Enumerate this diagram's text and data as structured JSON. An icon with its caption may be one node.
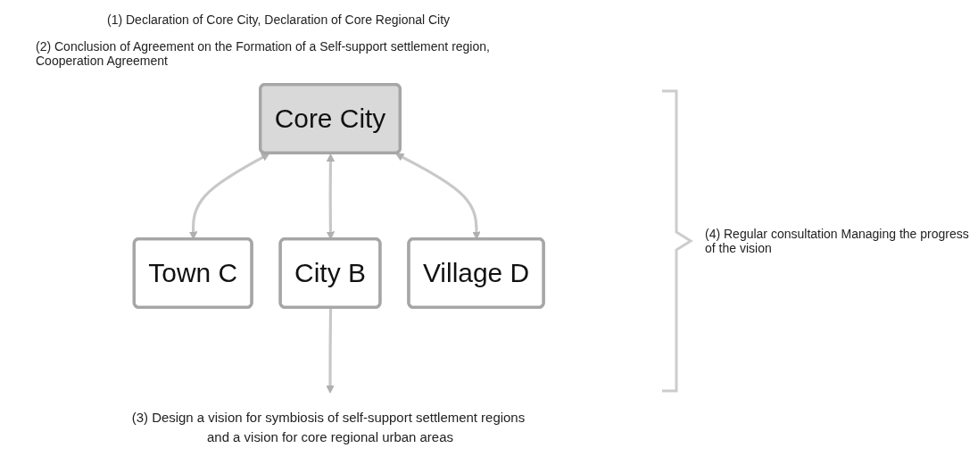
{
  "diagram": {
    "nodes": [
      {
        "text": [
          "Core City"
        ]
      },
      {
        "text": [
          "Town C"
        ]
      },
      {
        "text": [
          "City B"
        ]
      },
      {
        "text": [
          "Village D"
        ]
      },
      {
        "text": [
          "(3) Design a vision for symbiosis of self-support settlement regions and a vision for core regional urban areas"
        ]
      }
    ],
    "edges": [
      {
        "from": 0,
        "to": 1,
        "arrow": "both"
      },
      {
        "from": 0,
        "to": 2,
        "arrow": "both"
      },
      {
        "from": 0,
        "to": 3,
        "arrow": "both"
      },
      {
        "from": 2,
        "to": 4,
        "arrow": "to"
      }
    ],
    "labels": [
      "(1) Declaration of Core City, Declaration of Core Regional City",
      "(2) Conclusion of Agreement on the Formation of a Self-support settlement region, Cooperation Agreement",
      "(4) Regular consultation Managing the progress of the vision"
    ]
  }
}
